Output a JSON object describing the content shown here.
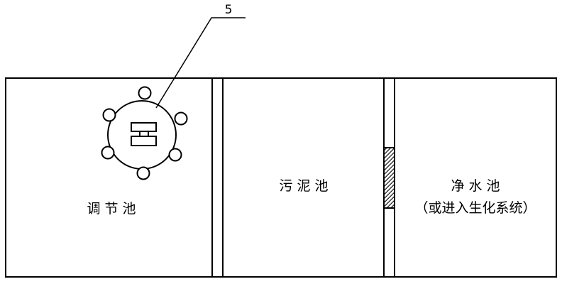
{
  "callout_number": "5",
  "tanks": {
    "regulating": "调 节 池",
    "sludge": "污 泥 池",
    "clean_water": "净 水 池",
    "clean_water_note": "（或进入生化系统）"
  }
}
